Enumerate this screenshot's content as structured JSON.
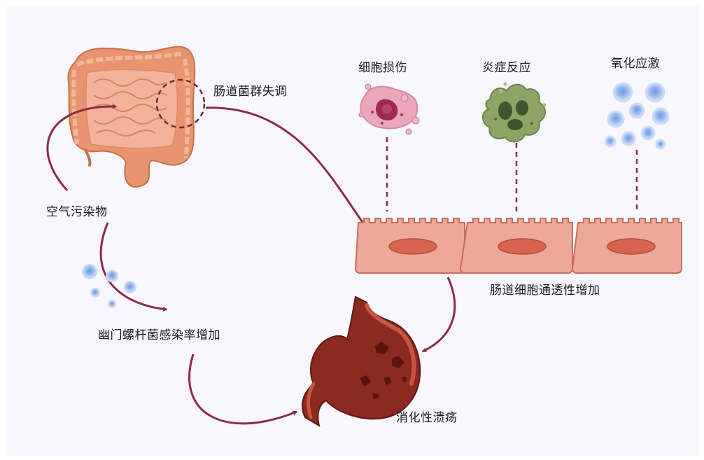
{
  "labels": {
    "air_pollutants": "空气污染物",
    "gut_dysbiosis": "肠道菌群失调",
    "cell_damage": "细胞损伤",
    "inflammation": "炎症反应",
    "oxidative_stress": "氧化应激",
    "intestinal_permeability": "肠道细胞通透性增加",
    "h_pylori_infection": "幽门螺杆菌感染率增加",
    "peptic_ulcer": "消化性溃疡"
  },
  "colors": {
    "arrow": "#8f2b45",
    "panel_background": "#f7f7fd",
    "intestine": "#e79878",
    "epithelium": "#eba999",
    "nucleus": "#d8644f",
    "stomach": "#8c2a20",
    "damaged_cell": "#e8a2b8",
    "inflammatory_cell": "#89a063",
    "ros_particle": "#7fa8e8"
  }
}
